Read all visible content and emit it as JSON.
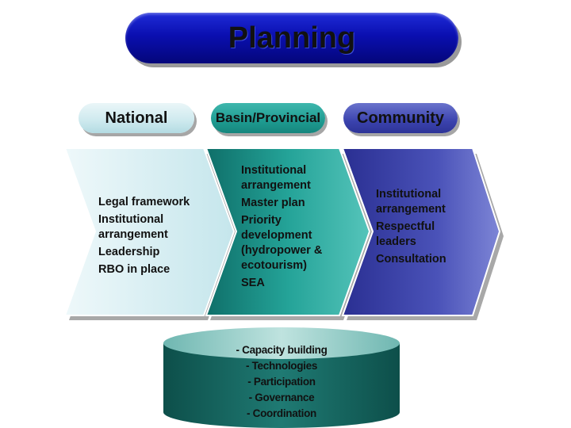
{
  "title": "Planning",
  "levels": [
    {
      "label": "National",
      "color": "#cde9ee"
    },
    {
      "label": "Basin/Provincial",
      "color": "#1e9b91"
    },
    {
      "label": "Community",
      "color": "#3b43ae"
    }
  ],
  "columns": [
    {
      "items": [
        "Legal framework",
        "Institutional arrangement",
        "Leadership",
        "RBO in place"
      ]
    },
    {
      "items": [
        "Institutional arrangement",
        "Master plan",
        "Priority development (hydropower & ecotourism)",
        "SEA"
      ]
    },
    {
      "items": [
        "Institutional arrangement",
        "Respectful leaders",
        "Consultation"
      ]
    }
  ],
  "foundation": {
    "items": [
      "- Capacity building",
      "- Technologies",
      "- Participation",
      "- Governance",
      "- Coordination"
    ],
    "color": "#1d6e68"
  }
}
